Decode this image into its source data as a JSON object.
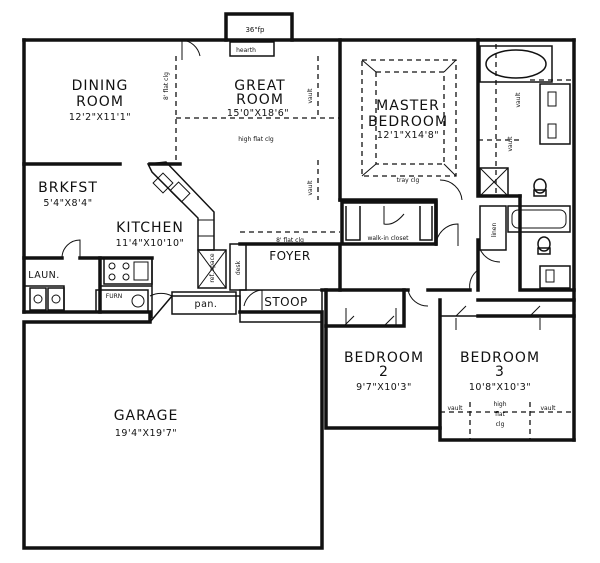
{
  "plan": {
    "hearth_top": "36\"fp",
    "hearth": "hearth",
    "rooms": {
      "dining_name_1": "DINING",
      "dining_name_2": "ROOM",
      "dining_dim": "12'2\"X11'1\"",
      "great_name_1": "GREAT",
      "great_name_2": "ROOM",
      "great_dim": "15'0\"X18'6\"",
      "master_name_1": "MASTER",
      "master_name_2": "BEDROOM",
      "master_dim": "12'1\"X14'8\"",
      "brkfst_name": "BRKFST",
      "brkfst_dim": "5'4\"X8'4\"",
      "kitchen_name": "KITCHEN",
      "kitchen_dim": "11'4\"X10'10\"",
      "foyer": "FOYER",
      "laun": "LAUN.",
      "pan": "pan.",
      "stoop": "STOOP",
      "garage_name": "GARAGE",
      "garage_dim": "19'4\"X19'7\"",
      "bed2_name_1": "BEDROOM",
      "bed2_name_2": "2",
      "bed2_dim": "9'7\"X10'3\"",
      "bed3_name_1": "BEDROOM",
      "bed3_name_2": "3",
      "bed3_dim": "10'8\"X10'3\""
    },
    "notes": {
      "flat_clg_great": "8' flat clg",
      "high_flat_clg": "high flat clg",
      "vault": "vault",
      "tray_clg": "tray clg",
      "walk_in_closet": "walk-in closet",
      "foyer_flat_clg": "8' flat clg",
      "linen": "linen",
      "ref_space": "ref. space",
      "desk": "desk",
      "furn": "FURN",
      "bed3_high": "high",
      "bed3_flat": "flat",
      "bed3_clg": "clg"
    }
  }
}
